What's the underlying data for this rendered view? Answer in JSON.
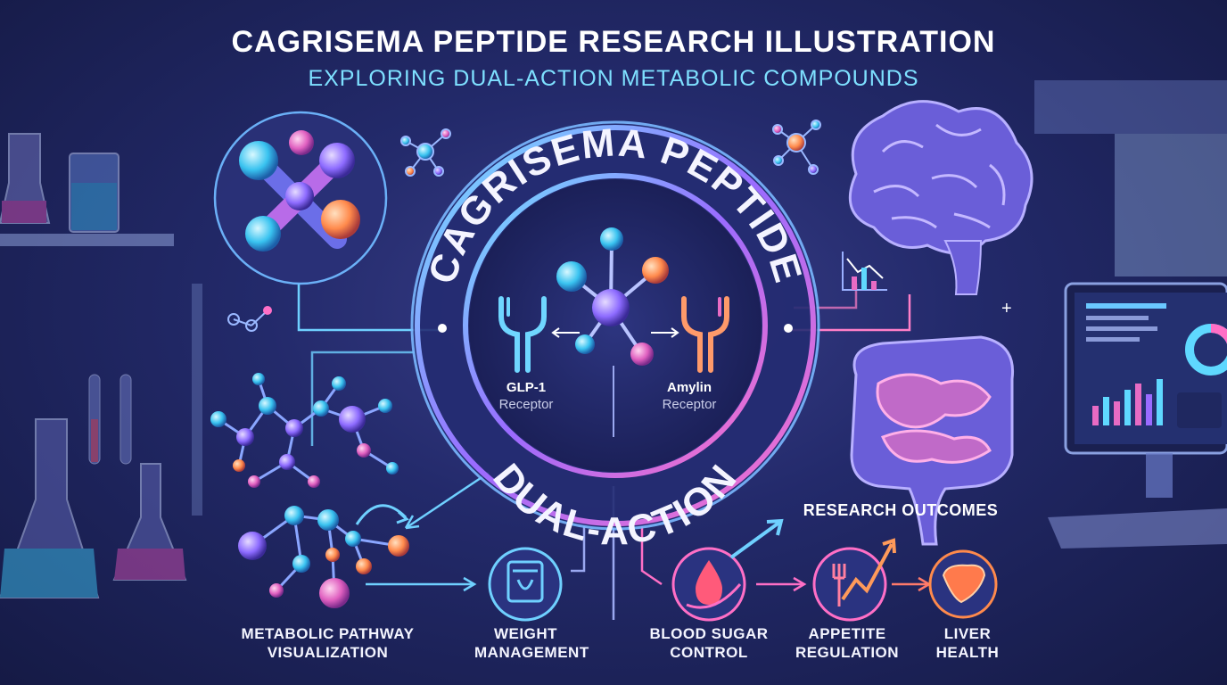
{
  "header": {
    "title": "CAGRISEMA PEPTIDE RESEARCH ILLUSTRATION",
    "subtitle": "EXPLORING DUAL-ACTION METABOLIC COMPOUNDS"
  },
  "central_ring": {
    "top_text": "CAGRISEMA PEPTIDE",
    "bottom_text": "DUAL-ACTION",
    "left_receptor": {
      "name": "GLP-1",
      "sub": "Receptor"
    },
    "right_receptor": {
      "name": "Amylin",
      "sub": "Receptor"
    }
  },
  "left_panel": {
    "pathway_label": "METABOLIC PATHWAY VISUALIZATION",
    "weight_label": "WEIGHT MANAGEMENT"
  },
  "outcomes": {
    "heading": "RESEARCH OUTCOMES",
    "items": [
      {
        "label": "BLOOD SUGAR CONTROL",
        "icon": "blood-drop-icon"
      },
      {
        "label": "APPETITE REGULATION",
        "icon": "fork-knife-icon"
      },
      {
        "label": "LIVER HEALTH",
        "icon": "liver-icon"
      }
    ]
  },
  "colors": {
    "accent_cyan": "#5fd8ff",
    "accent_pink": "#e86bc4",
    "accent_orange": "#ff8a4c",
    "accent_purple": "#9a6bff"
  }
}
